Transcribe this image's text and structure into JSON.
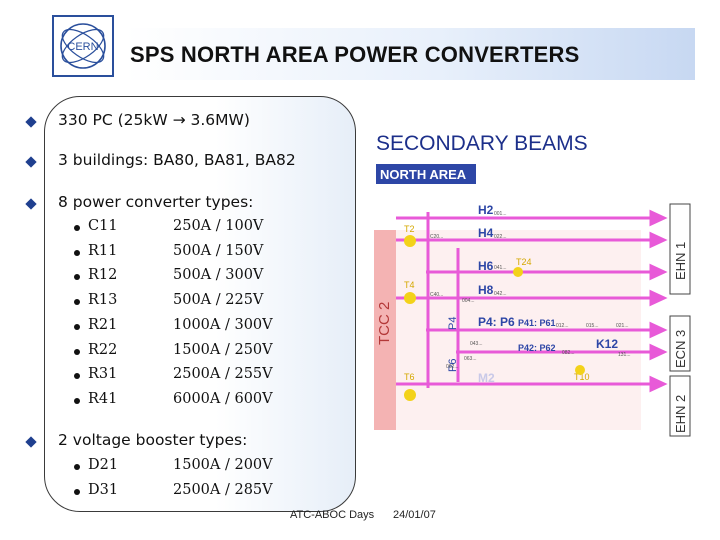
{
  "header": {
    "title": "SPS NORTH AREA POWER CONVERTERS",
    "logo_text": "CERN"
  },
  "bullets": [
    {
      "text": "330 PC (25kW → 3.6MW)"
    },
    {
      "text": "3 buildings: BA80, BA81, BA82"
    },
    {
      "text": "8 power converter types:"
    },
    {
      "text": "2 voltage booster types:"
    }
  ],
  "converters": [
    {
      "type": "C11",
      "rating": "250A / 100V"
    },
    {
      "type": "R11",
      "rating": "500A / 150V"
    },
    {
      "type": "R12",
      "rating": "500A / 300V"
    },
    {
      "type": "R13",
      "rating": "500A / 225V"
    },
    {
      "type": "R21",
      "rating": "1000A / 300V"
    },
    {
      "type": "R22",
      "rating": "1500A / 250V"
    },
    {
      "type": "R31",
      "rating": "2500A / 255V"
    },
    {
      "type": "R41",
      "rating": "6000A / 600V"
    }
  ],
  "boosters": [
    {
      "type": "D21",
      "rating": "1500A / 200V"
    },
    {
      "type": "D31",
      "rating": "2500A / 285V"
    }
  ],
  "diagram": {
    "heading": "SECONDARY BEAMS",
    "area_label": "NORTH AREA",
    "tcc2": "TCC 2",
    "p4": "P4",
    "p6": "P6",
    "ehn1": "EHN 1",
    "ecn3": "ECN 3",
    "ehn2": "EHN 2",
    "beams": {
      "h2": "H2",
      "h4": "H4",
      "h6": "H6",
      "h8": "H8",
      "p4p6": "P4: P6",
      "p41p61": "P41: P61",
      "p42p62": "P42: P62",
      "k12": "K12",
      "m2": "M2"
    },
    "targets": {
      "t2": "T2",
      "t4": "T4",
      "t6": "T6",
      "t10": "T10",
      "t24": "T24"
    },
    "small_labels": [
      "001...",
      "C20...",
      "022...",
      "041...",
      "C40...",
      "042...",
      "004...",
      "062...",
      "012...",
      "015...",
      "021...",
      "043...",
      "063...",
      "082...",
      "131..."
    ],
    "colors": {
      "beam": "#e85ad8",
      "target": "#f3d21a",
      "tcc": "#f4b3b3",
      "heading": "#1c2f8a",
      "label_bg": "#2d46a6"
    }
  },
  "footer": {
    "event": "ATC-ABOC Days",
    "date": "24/01/07"
  }
}
